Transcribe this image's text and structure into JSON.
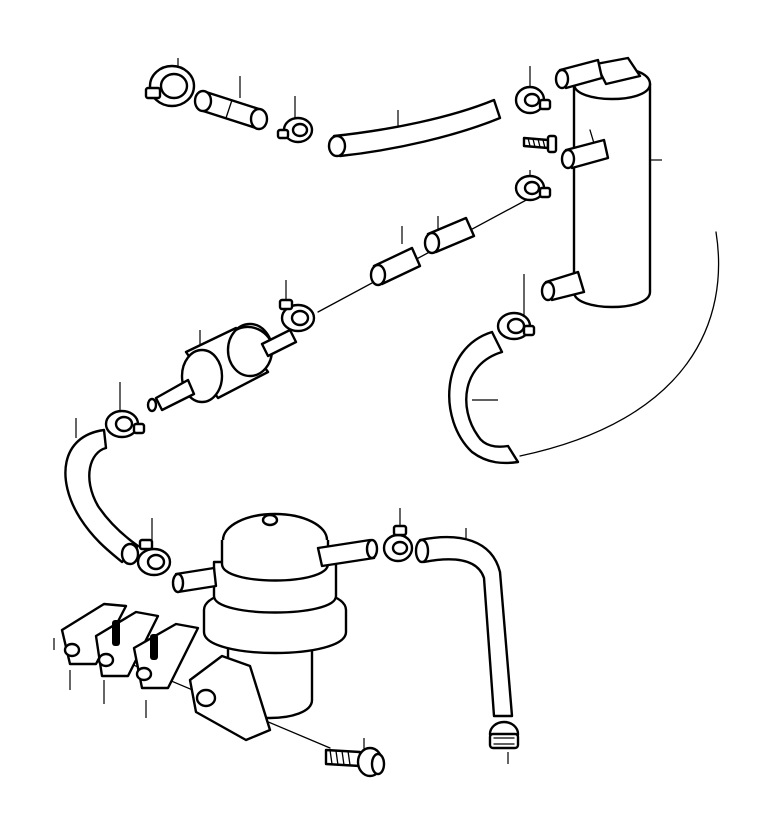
{
  "diagram": {
    "parts": [
      "hose-clamp",
      "connector-pipe",
      "hose",
      "fuel-tank",
      "fuel-filter",
      "fuel-pump",
      "mounting-bracket",
      "bolt",
      "screw"
    ],
    "stroke_color": "#000000",
    "background": "#ffffff"
  }
}
